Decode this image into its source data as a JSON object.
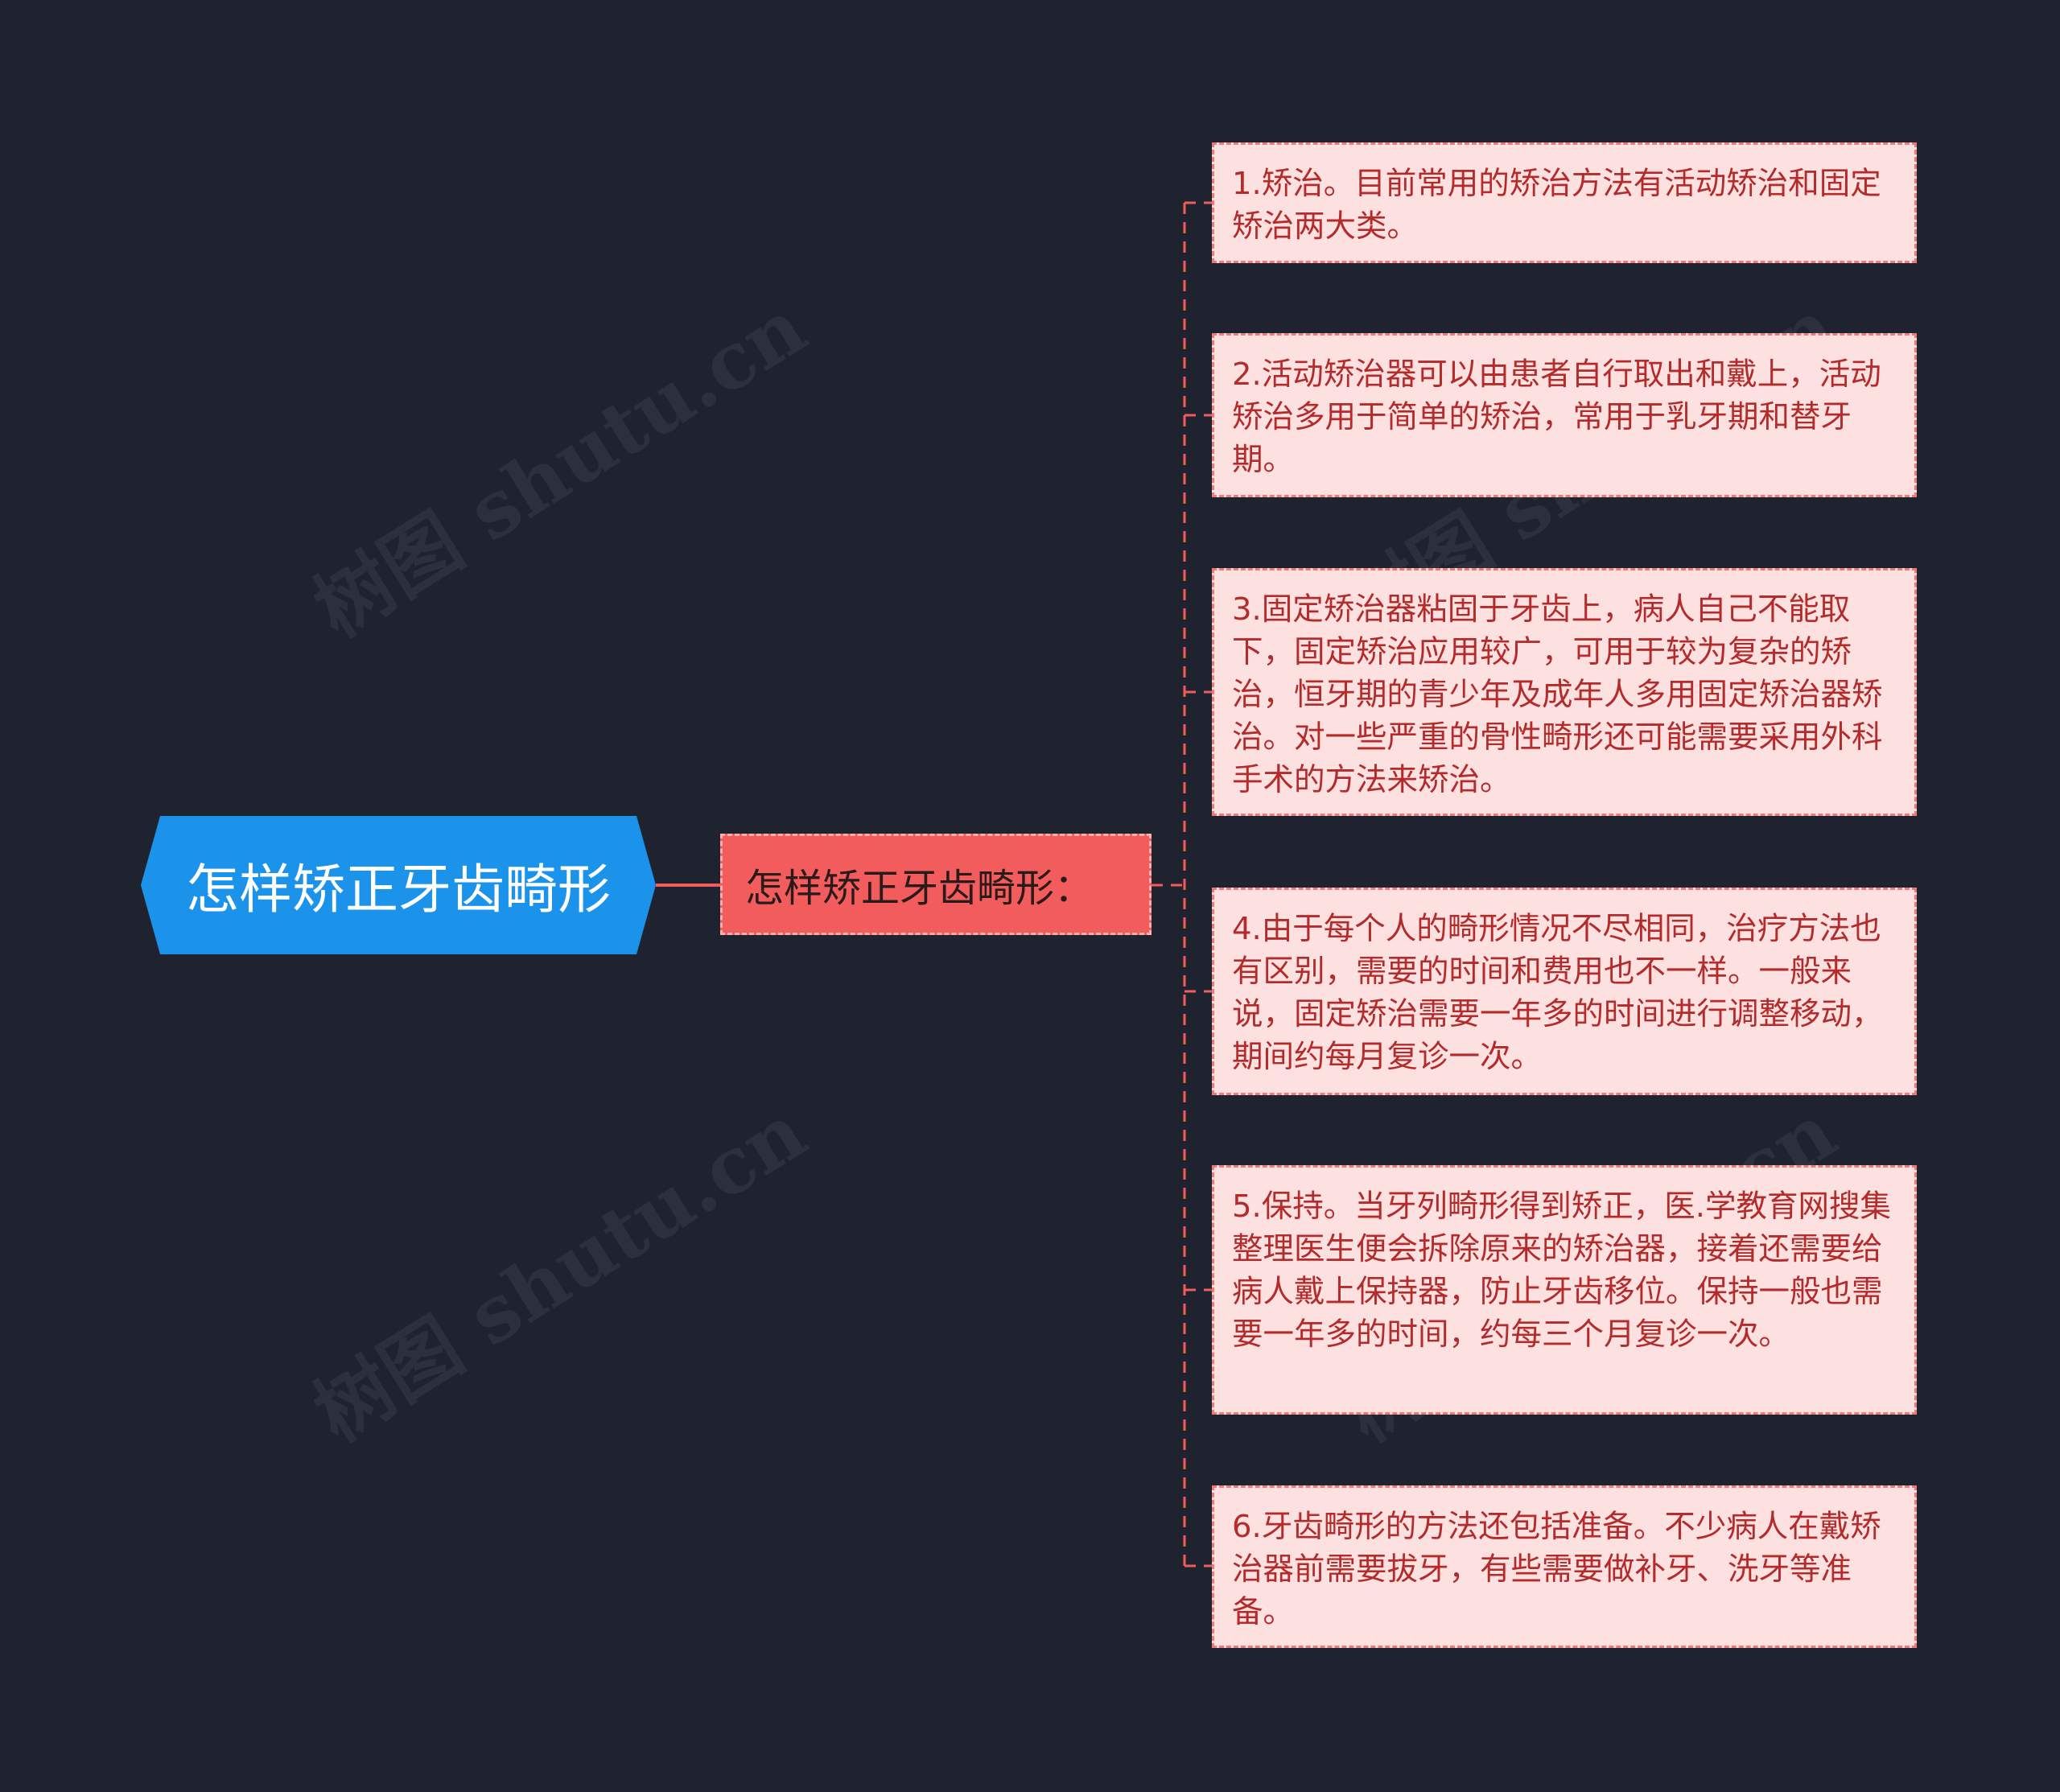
{
  "root": {
    "label": "怎样矫正牙齿畸形"
  },
  "subtopic": {
    "label": "怎样矫正牙齿畸形："
  },
  "leaves": [
    {
      "text": "1.矫治。目前常用的矫治方法有活动矫治和固定矫治两大类。"
    },
    {
      "text": "2.活动矫治器可以由患者自行取出和戴上，活动矫治多用于简单的矫治，常用于乳牙期和替牙期。"
    },
    {
      "text": "3.固定矫治器粘固于牙齿上，病人自己不能取下，固定矫治应用较广，可用于较为复杂的矫治，恒牙期的青少年及成年人多用固定矫治器矫治。对一些严重的骨性畸形还可能需要采用外科手术的方法来矫治。"
    },
    {
      "text": "4.由于每个人的畸形情况不尽相同，治疗方法也有区别，需要的时间和费用也不一样。一般来说，固定矫治需要一年多的时间进行调整移动，期间约每月复诊一次。"
    },
    {
      "text": "5.保持。当牙列畸形得到矫正，医.学教育网搜集整理医生便会拆除原来的矫治器，接着还需要给病人戴上保持器，防止牙齿移位。保持一般也需要一年多的时间，约每三个月复诊一次。"
    },
    {
      "text": "6.牙齿畸形的方法还包括准备。不少病人在戴矫治器前需要拔牙，有些需要做补牙、洗牙等准备。"
    }
  ],
  "watermarks": [
    "树图 shutu.cn",
    "树图 shutu.cn",
    "树图 shutu.cn",
    "树图 shutu.cn"
  ],
  "colors": {
    "background": "#1f2330",
    "root_fill": "#1b93ea",
    "subtopic_fill": "#f25c5c",
    "leaf_fill": "#fde1e1",
    "leaf_text": "#b32b2b",
    "connector": "#f25c5c"
  }
}
